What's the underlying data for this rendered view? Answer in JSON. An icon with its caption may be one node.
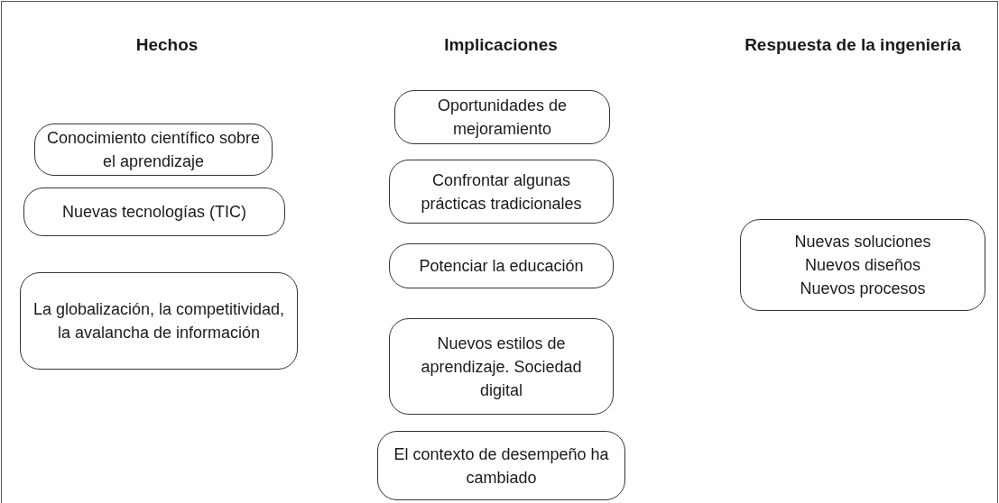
{
  "diagram": {
    "nodes": [
      {
        "text": [
          "Conocimiento científico sobre el aprendizaje"
        ]
      },
      {
        "text": [
          "Nuevas tecnologías (TIC)"
        ]
      },
      {
        "text": [
          "La globalización, la competitividad, la avalancha de información"
        ]
      },
      {
        "text": [
          "Oportunidades de mejoramiento"
        ]
      },
      {
        "text": [
          "Confrontar algunas prácticas tradicionales"
        ]
      },
      {
        "text": [
          "Potenciar la educación"
        ]
      },
      {
        "text": [
          "Nuevos estilos de aprendizaje. Sociedad digital"
        ]
      },
      {
        "text": [
          "El contexto de desempeño ha cambiado"
        ]
      },
      {
        "text": [
          "Nuevas soluciones Nuevos diseños Nuevos procesos"
        ]
      }
    ],
    "labels": [
      "Hechos",
      "Implicaciones",
      "Respuesta de la ingeniería"
    ]
  }
}
